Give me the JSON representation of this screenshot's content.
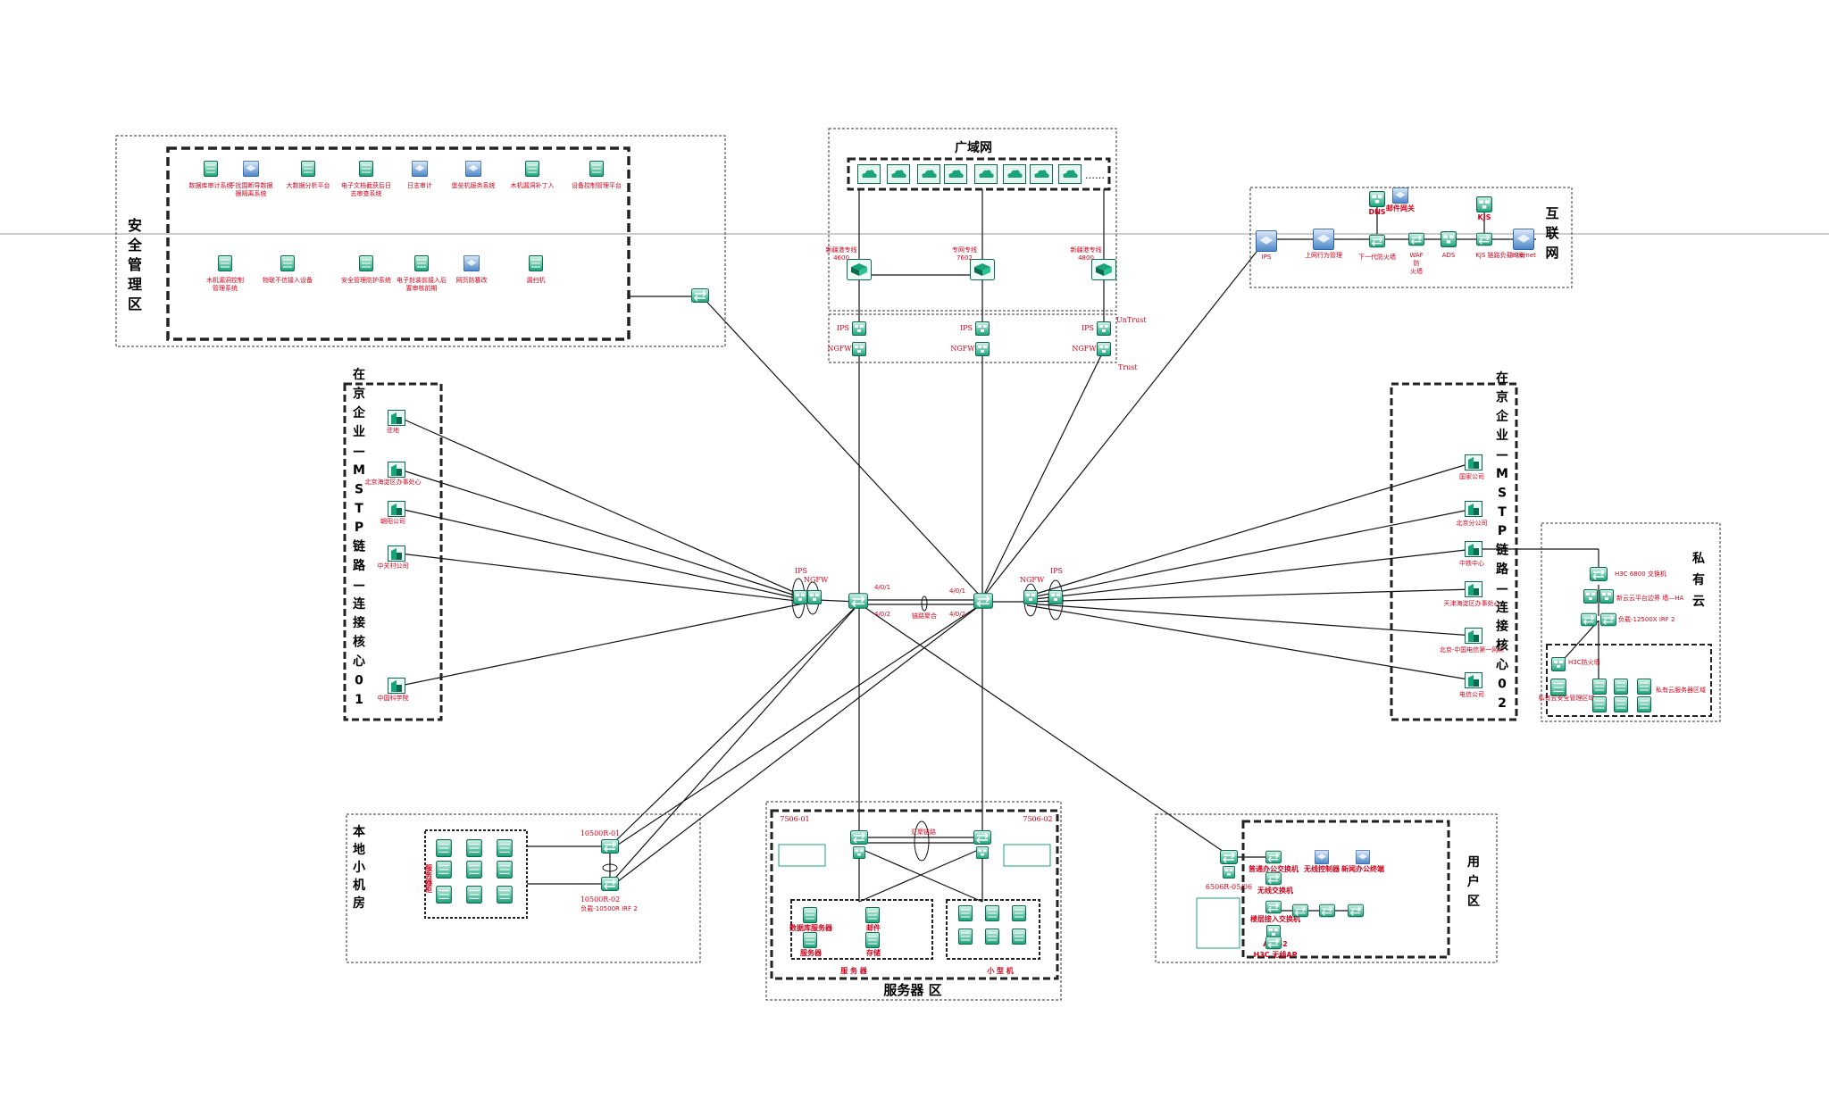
{
  "zones": {
    "security": "安全管理区",
    "wan": "广域网",
    "internet": "互联网",
    "mstp1": "在京企业—MSTP链路—连接核心01",
    "mstp2": "在京企业—MSTP链路—连接核心02",
    "private_cloud": "私有云",
    "local_room": "本地小机房",
    "server": "服务器 区",
    "user": "用户区"
  },
  "security_items": [
    "数据库审计系统",
    "干扰围断导数据\n据隔离系统",
    "大数据分析平台",
    "电子文档截获后日\n志审查系统",
    "日志审计",
    "堡垒机服务系统",
    "木机漏洞补丁入",
    "设备控制管理平台",
    "木机漏洞控制\n管理系统",
    "物联不信接入设备",
    "安全管理防护系统",
    "电子封装前接入后\n置审核前期",
    "网页防篡改",
    "漏扫机"
  ],
  "wan": {
    "ellipsis": "……",
    "router_labels": [
      "新疆港专线\n4600",
      "专网专线\n7602",
      "新疆港专线\n4800"
    ],
    "fw_labels": [
      "IPS",
      "NGFW",
      "IPS",
      "NGFW",
      "IPS",
      "NGFW"
    ],
    "untrust": "UnTrust",
    "trust": "Trust"
  },
  "internet_items": [
    "IPS",
    "上网行为管理",
    "下一代防火墙",
    "WAF\n防\n火墙",
    "ADS",
    "KJS 链路负载均衡",
    "Internet"
  ],
  "internet_top": [
    "DNS",
    "邮件网关",
    "KJS"
  ],
  "mstp1_items": [
    "驻地",
    "北京海淀区办事处心",
    "朝阳公司",
    "中关村公司",
    "中国科学院"
  ],
  "mstp2_items": [
    "国家公司",
    "北京分公司",
    "中铁中心",
    "天津海淀区办事处心",
    "北京-中国电信第一网点",
    "电信公司"
  ],
  "core": {
    "ips1": "IPS",
    "ngfw1": "NGFW",
    "ips2": "IPS",
    "ngfw2": "NGFW",
    "port_labels": [
      "4/0/1",
      "4/0/2",
      "4/0/1",
      "4/0/2",
      "链路聚合"
    ]
  },
  "private_cloud": {
    "items": [
      "H3C 6800 交换机",
      "新云云平台边界 墙—HA",
      "负载-12500X IRF 2",
      "H3C防火墙"
    ],
    "sub1": "私有云安全管理区域",
    "sub2": "私有云服务器区域"
  },
  "local_room": {
    "sw1": "10500R-01",
    "sw2": "10500R-02",
    "irf": "负载-10500R IRF 2",
    "rack_label": "服务器柜"
  },
  "server_zone": {
    "sw1": "7506-01",
    "sw2": "7506-02",
    "lag": "汇聚链路",
    "sub1_items": [
      "数据库服务器",
      "邮件",
      "服务器",
      "存储"
    ],
    "sub1_label": "服 务 器",
    "sub2_label": "小 型 机"
  },
  "user_zone": {
    "core_sw": "6506R-05/06",
    "items": [
      "普通办公交换机",
      "无线控制器",
      "新闻办公终端",
      "无线交换机",
      "楼层接入交换机",
      "ADS-2",
      "H3C 无线AP"
    ]
  },
  "colors": {
    "device": "#1aa37a",
    "device_dark": "#0b6b50",
    "label_red": "#d0021b",
    "cloud_blue": "#5b8fc9"
  }
}
